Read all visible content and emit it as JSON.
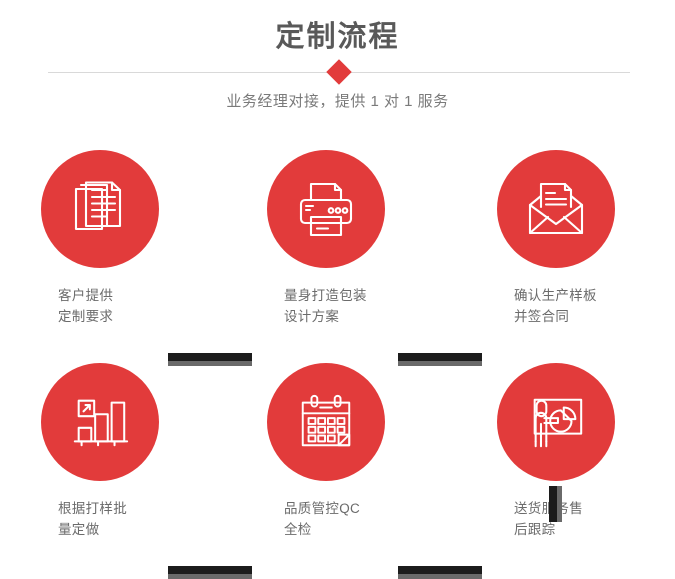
{
  "header": {
    "title": "定制流程",
    "subtitle": "业务经理对接，提供 1 对 1 服务",
    "accent_color": "#e23b3b",
    "title_color": "#595959",
    "divider_color": "#d9d9d9",
    "diamond_icon": "diamond-marker"
  },
  "flow": {
    "connector_color": "#1c1c1c",
    "connector_shadow_color": "#6a6a6a",
    "circle_color": "#e23b3b",
    "label_color": "#6b6b6b",
    "steps": [
      {
        "id": 1,
        "icon": "documents-stack-icon",
        "label": "客户提供\n定制要求"
      },
      {
        "id": 2,
        "icon": "printer-icon",
        "label": "量身打造包装\n设计方案"
      },
      {
        "id": 3,
        "icon": "envelope-document-icon",
        "label": "确认生产样板\n并签合同"
      },
      {
        "id": 4,
        "icon": "bar-chart-growth-icon",
        "label": "根据打样批\n量定做"
      },
      {
        "id": 5,
        "icon": "calendar-icon",
        "label": "品质管控QC\n全检"
      },
      {
        "id": 6,
        "icon": "presentation-person-icon",
        "label": "送货服务售\n后跟踪"
      }
    ]
  }
}
